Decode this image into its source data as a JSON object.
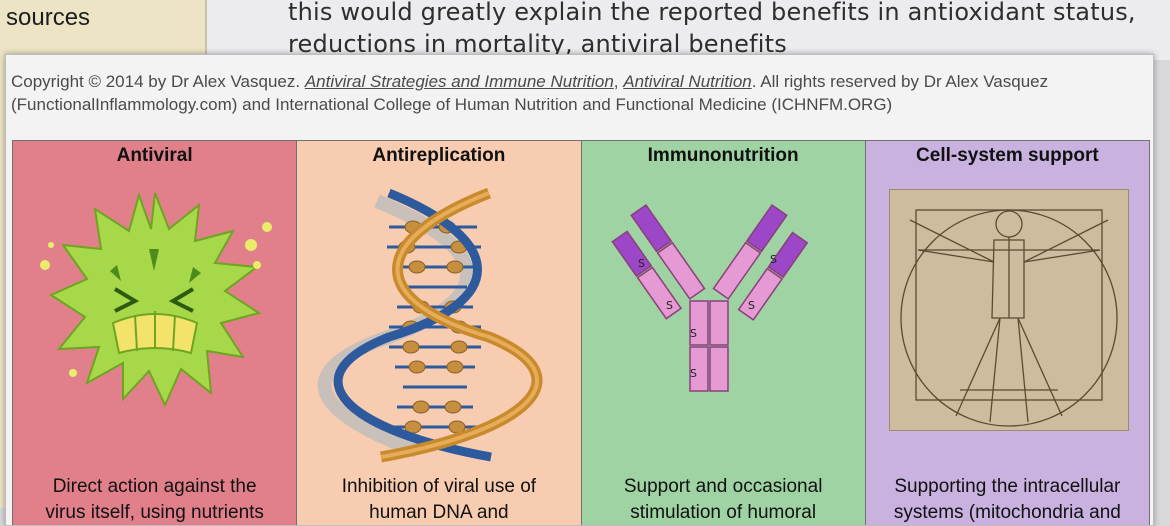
{
  "background": {
    "sidebar_text": "sources",
    "line1": "this would greatly explain the reported benefits in antioxidant status,",
    "line2": "reductions in mortality, antiviral benefits"
  },
  "copyright": {
    "prefix": "Copyright © 2014 by Dr Alex Vasquez. ",
    "title1": "Antiviral Strategies and Immune Nutrition",
    "sep": ", ",
    "title2": "Antiviral Nutrition",
    "suffix": ". All rights reserved by Dr Alex Vasquez (FunctionalInflammology.com) and International College of Human Nutrition and Functional Medicine (ICHNFM.ORG)"
  },
  "panels": [
    {
      "title": "Antiviral",
      "desc_line1": "Direct action against the",
      "desc_line2": "virus itself, using nutrients",
      "color": "#e1808a",
      "icon": "virus-icon"
    },
    {
      "title": "Antireplication",
      "desc_line1": "Inhibition of viral use of",
      "desc_line2": "human DNA and",
      "color": "#f8ccb0",
      "icon": "dna-icon"
    },
    {
      "title": "Immunonutrition",
      "desc_line1": "Support and occasional",
      "desc_line2": "stimulation of humoral",
      "color": "#9fd3a3",
      "icon": "antibody-icon",
      "bond_label": "S"
    },
    {
      "title": "Cell-system support",
      "desc_line1": "Supporting the intracellular",
      "desc_line2": "systems (mitochondria and",
      "color": "#c9b1e0",
      "icon": "vitruvian-man-icon"
    }
  ]
}
